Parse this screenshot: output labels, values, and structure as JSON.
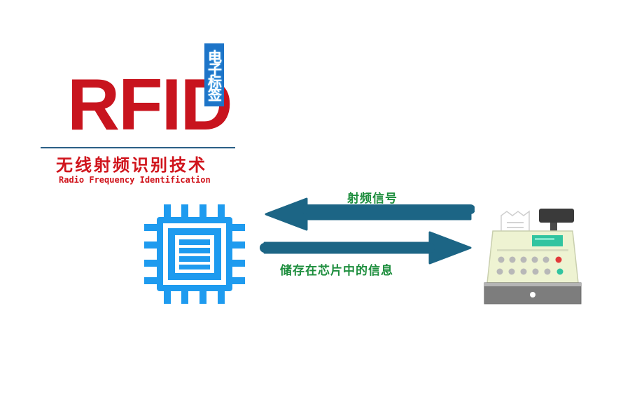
{
  "logo": {
    "title": "RFID",
    "tag_label": "电子标签",
    "subtitle_cn": "无线射频识别技术",
    "subtitle_en": "Radio Frequency Identification"
  },
  "diagram": {
    "arrow_to_chip_label": "射频信号",
    "arrow_to_reader_label": "储存在芯片中的信息"
  },
  "colors": {
    "logo_red": "#c8141e",
    "tag_blue": "#1d74c8",
    "chip_blue": "#1e9bef",
    "arrow_teal": "#1c6585",
    "label_green": "#1e8e3e",
    "reader_screen": "#31c4a0"
  },
  "icons": {
    "chip": "rfid-chip-icon",
    "reader": "cash-register-reader-icon"
  }
}
